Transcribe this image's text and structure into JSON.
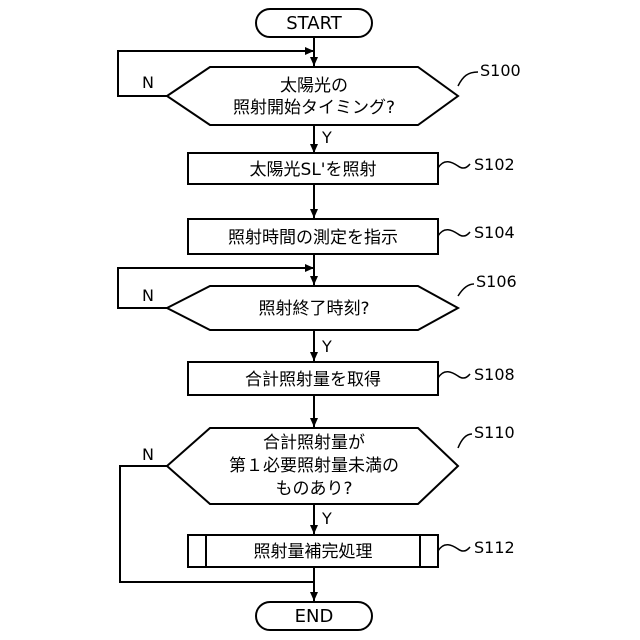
{
  "start": "START",
  "end": "END",
  "steps": {
    "s100": {
      "id": "S100",
      "line1": "太陽光の",
      "line2": "照射開始タイミング?"
    },
    "s102": {
      "id": "S102",
      "text": "太陽光SL'を照射"
    },
    "s104": {
      "id": "S104",
      "text": "照射時間の測定を指示"
    },
    "s106": {
      "id": "S106",
      "text": "照射終了時刻?"
    },
    "s108": {
      "id": "S108",
      "text": "合計照射量を取得"
    },
    "s110": {
      "id": "S110",
      "line1": "合計照射量が",
      "line2": "第１必要照射量未満の",
      "line3": "ものあり?"
    },
    "s112": {
      "id": "S112",
      "text": "照射量補完処理"
    }
  },
  "branch": {
    "yes": "Y",
    "no": "N"
  }
}
